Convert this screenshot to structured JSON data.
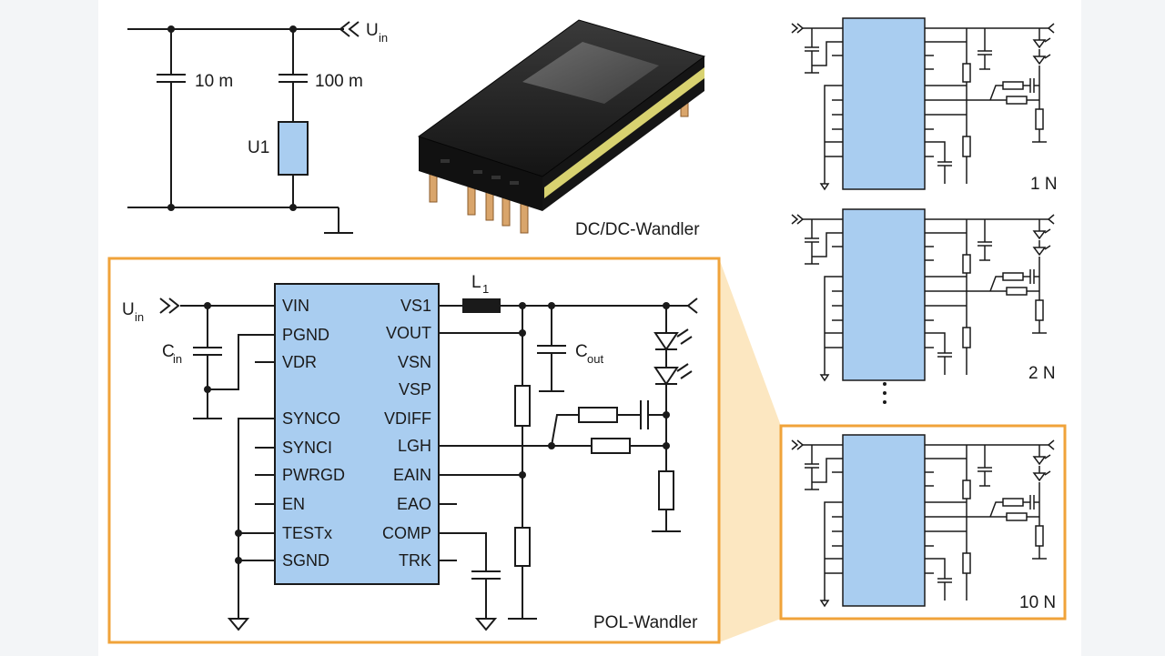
{
  "top_circuit": {
    "input_label": "U",
    "input_sub": "in",
    "cap1": "10 m",
    "cap2": "100 m",
    "module": "U1"
  },
  "product_photo": {
    "caption": "DC/DC-Wandler"
  },
  "pol": {
    "caption": "POL-Wandler",
    "input_label": "U",
    "input_sub": "in",
    "cin_label": "C",
    "cin_sub": "in",
    "cout_label": "C",
    "cout_sub": "out",
    "inductor_label": "L",
    "inductor_sub": "1",
    "left_pins": [
      "VIN",
      "PGND",
      "VDR",
      "SYNCO",
      "SYNCI",
      "PWRGD",
      "EN",
      "TESTx",
      "SGND"
    ],
    "right_pins": [
      "VS1",
      "VOUT",
      "VSN",
      "VSP",
      "VDIFF",
      "LGH",
      "EAIN",
      "EAO",
      "COMP",
      "TRK"
    ]
  },
  "channels": [
    {
      "label": "1 N"
    },
    {
      "label": "2 N"
    },
    {
      "label": "10 N"
    }
  ],
  "colors": {
    "ic_fill": "#a9cdf0",
    "highlight": "#f0a33a",
    "highlight_fill": "#fbe3b6",
    "wire": "#1a1a1a"
  }
}
